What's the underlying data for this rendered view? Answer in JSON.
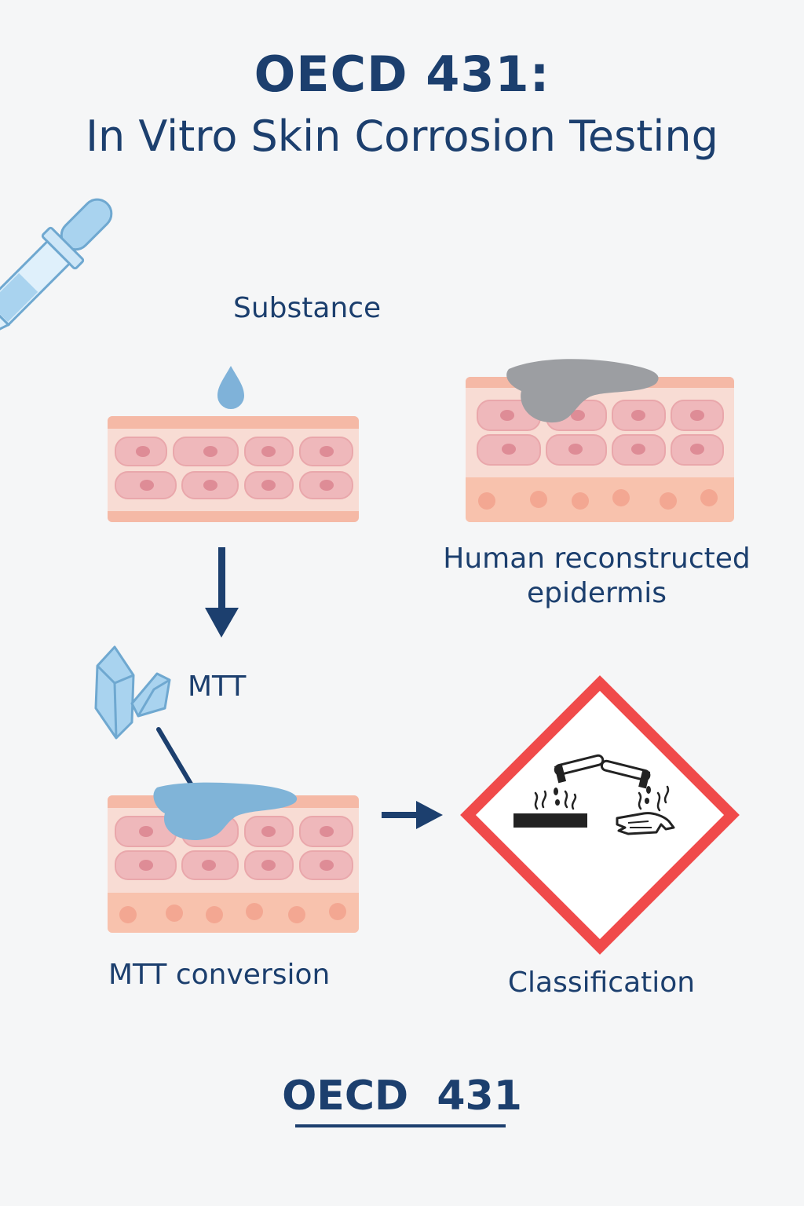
{
  "header": {
    "title": "OECD 431:",
    "subtitle": "In Vitro Skin Corrosion Testing"
  },
  "labels": {
    "substance": "Substance",
    "reconstructed_epidermis": "Human reconstructed epidermis",
    "mtt": "MTT",
    "mtt_conversion": "MTT conversion",
    "classification": "Classification"
  },
  "footer": {
    "text": "OECD  431"
  },
  "colors": {
    "navy": "#1c3f6e",
    "skin_layer": "#f6d3cc",
    "cell": "#efb8bb",
    "nucleus": "#de8c96",
    "dermis": "#f8c2ad",
    "hazard_red": "#f04a4a",
    "pipette_blue": "#a9d3ef",
    "mtt_blue": "#80b4d8",
    "corrosive_grey": "#9c9ea2"
  },
  "icons": [
    "pipette-icon",
    "droplet-icon",
    "mtt-crystal-icon",
    "corrosive-hazard-icon"
  ]
}
